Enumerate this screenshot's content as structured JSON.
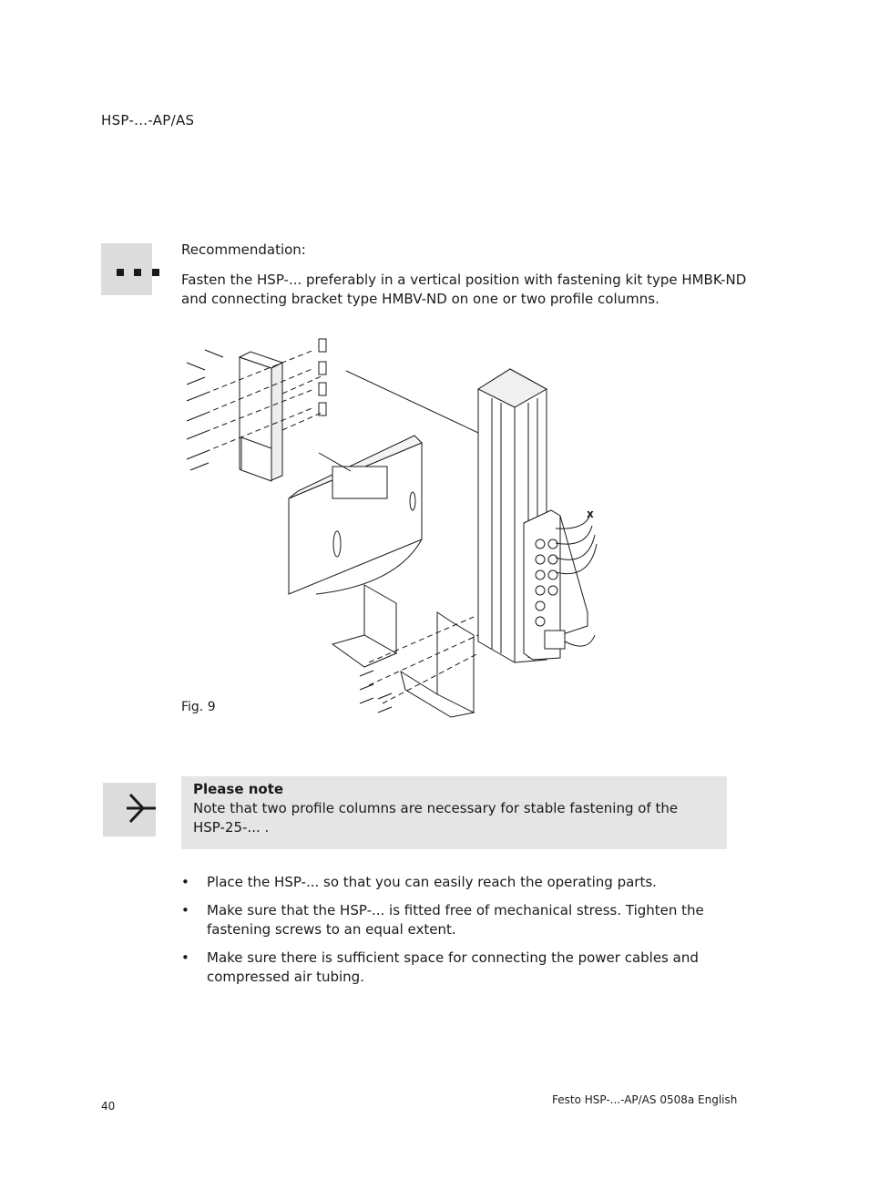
{
  "header": {
    "title": "HSP-...-AP/AS"
  },
  "recommendation": {
    "label": "Recommendation:",
    "text": "Fasten the HSP-... preferably in a vertical position with fastening kit type HMBK-ND and connecting bracket type HMBV-ND on one or two profile columns."
  },
  "figure": {
    "caption": "Fig. 9",
    "callout": "x"
  },
  "note": {
    "title": "Please note",
    "text": "Note that two profile columns are necessary for stable fastening of the HSP-25-... ."
  },
  "bullets": [
    "Place the HSP-... so that you can easily reach the operating parts.",
    "Make sure that the HSP-... is fitted free of mechanical stress. Tighten the fastening screws to an equal extent.",
    "Make sure there is sufficient space for connecting the power cables and compressed air tubing."
  ],
  "footer": {
    "page": "40",
    "doc": "Festo HSP-...-AP/AS 0508a English"
  }
}
